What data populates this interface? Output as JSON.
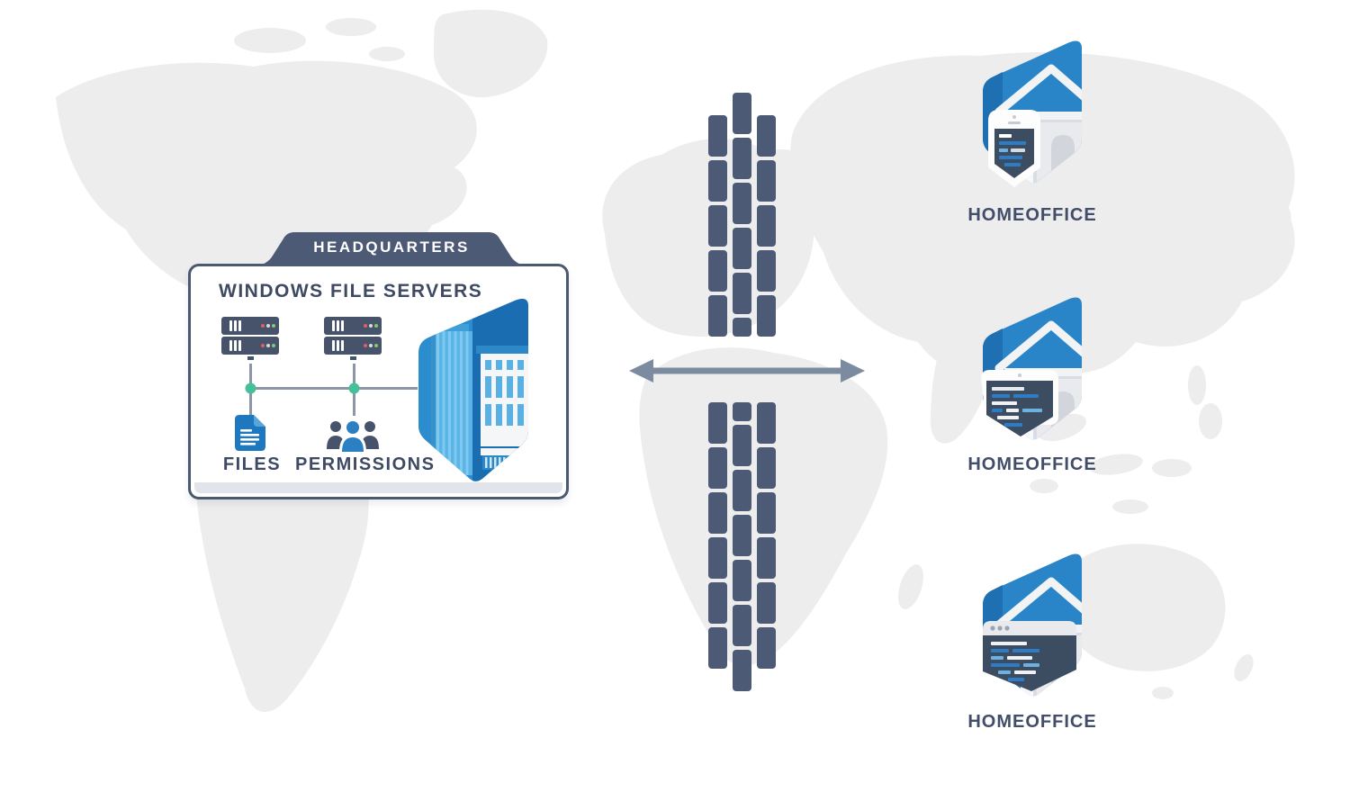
{
  "headquarters": {
    "tab_label": "HEADQUARTERS",
    "title": "WINDOWS FILE SERVERS",
    "server_racks": 2,
    "units_per_rack": 2,
    "nodes": [
      {
        "label": "FILES",
        "icon": "document-icon"
      },
      {
        "label": "PERMISSIONS",
        "icon": "users-icon"
      }
    ]
  },
  "firewall": {
    "brick_color": "#4d5a75",
    "top_section_bricks": 16,
    "bottom_section_bricks": 19
  },
  "connection": {
    "type": "bidirectional-arrow",
    "color": "#7c8ba0"
  },
  "home_offices": [
    {
      "label": "HOMEOFFICE",
      "device": "smartphone"
    },
    {
      "label": "HOMEOFFICE",
      "device": "tablet"
    },
    {
      "label": "HOMEOFFICE",
      "device": "browser-window"
    }
  ],
  "colors": {
    "slate": "#47536b",
    "blue": "#2583c5",
    "light_blue": "#5ab4e5",
    "teal": "#46c09a",
    "map": "#ededed",
    "led_red": "#df6060",
    "led_white": "#d6dae0",
    "led_green": "#85c76f"
  }
}
